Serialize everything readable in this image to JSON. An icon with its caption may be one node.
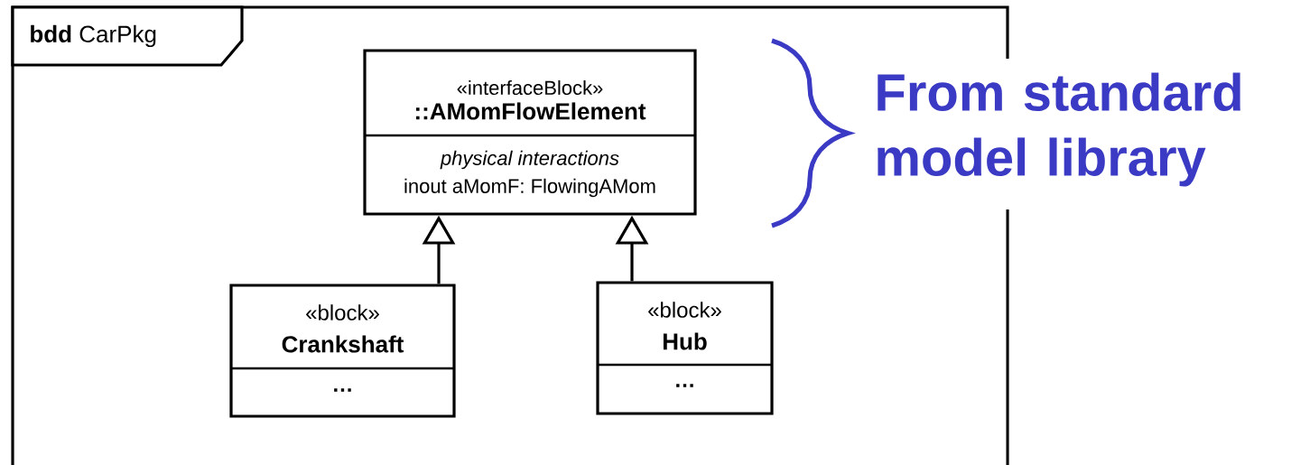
{
  "diagram": {
    "nodes": [
      {
        "text": [
          "**bdd** CarPkg"
        ]
      },
      {
        "text": [
          "«interfaceBlock»",
          "::AMomFlowElement",
          "physical interactions",
          "inout aMomF: FlowingAMom"
        ],
        "in": 0
      },
      {
        "text": [
          "«block»",
          "Crankshaft",
          "…"
        ],
        "in": 0
      },
      {
        "text": [
          "«block»",
          "Hub",
          "…"
        ],
        "in": 0
      }
    ],
    "edges": [
      {
        "from": 2,
        "to": 1,
        "arrow": "to"
      },
      {
        "from": 3,
        "to": 1,
        "arrow": "to"
      }
    ],
    "labels": [
      "From standard model library"
    ]
  }
}
